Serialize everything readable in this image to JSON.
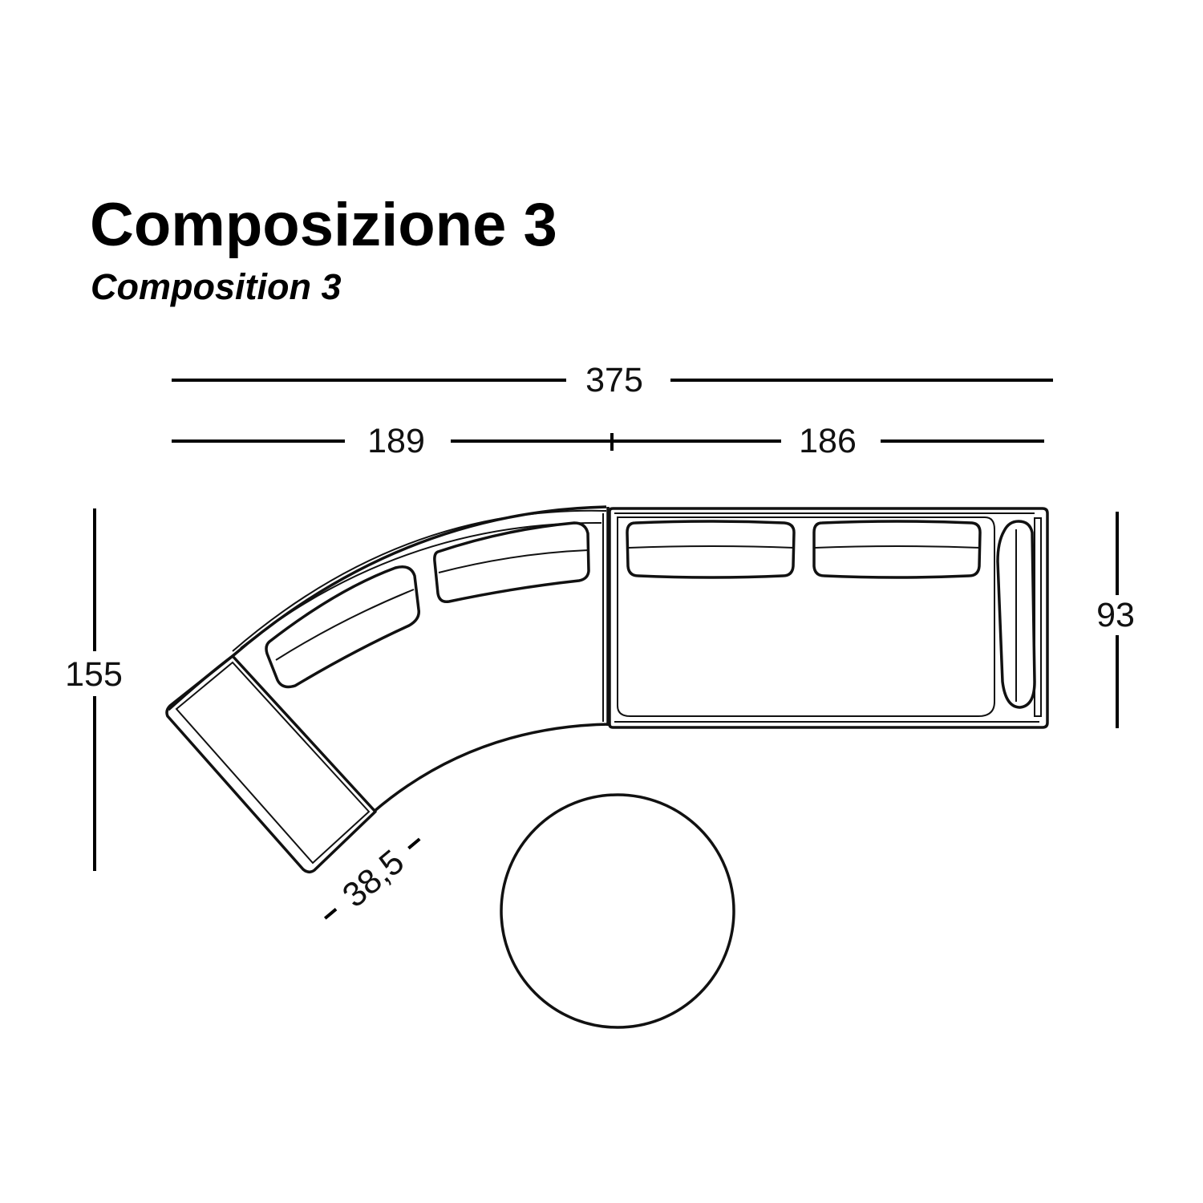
{
  "title": "Composizione 3",
  "subtitle": "Composition 3",
  "dimensions": {
    "total_width": "375",
    "left_width": "189",
    "right_width": "186",
    "total_depth": "155",
    "right_depth": "93",
    "armrest_width": "38,5"
  }
}
